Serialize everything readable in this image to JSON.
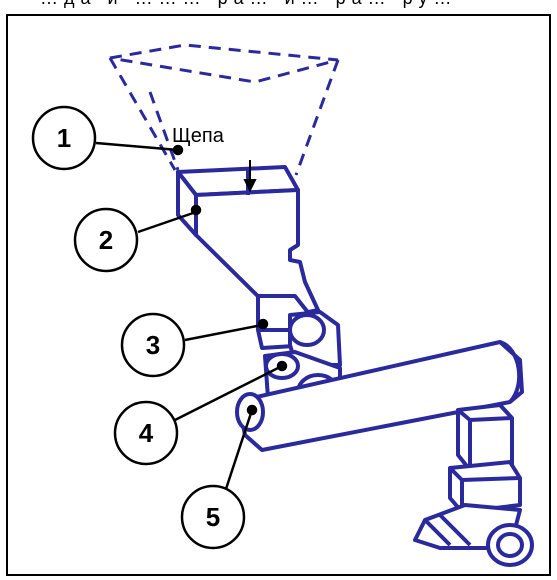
{
  "header_text": "…да и ……… ра… и… ра… ру…",
  "material_label": "Щепа",
  "callouts": [
    {
      "id": "1",
      "label": "1"
    },
    {
      "id": "2",
      "label": "2"
    },
    {
      "id": "3",
      "label": "3"
    },
    {
      "id": "4",
      "label": "4"
    },
    {
      "id": "5",
      "label": "5"
    }
  ],
  "colors": {
    "line": "#2a2a9c",
    "outline": "#000000"
  }
}
